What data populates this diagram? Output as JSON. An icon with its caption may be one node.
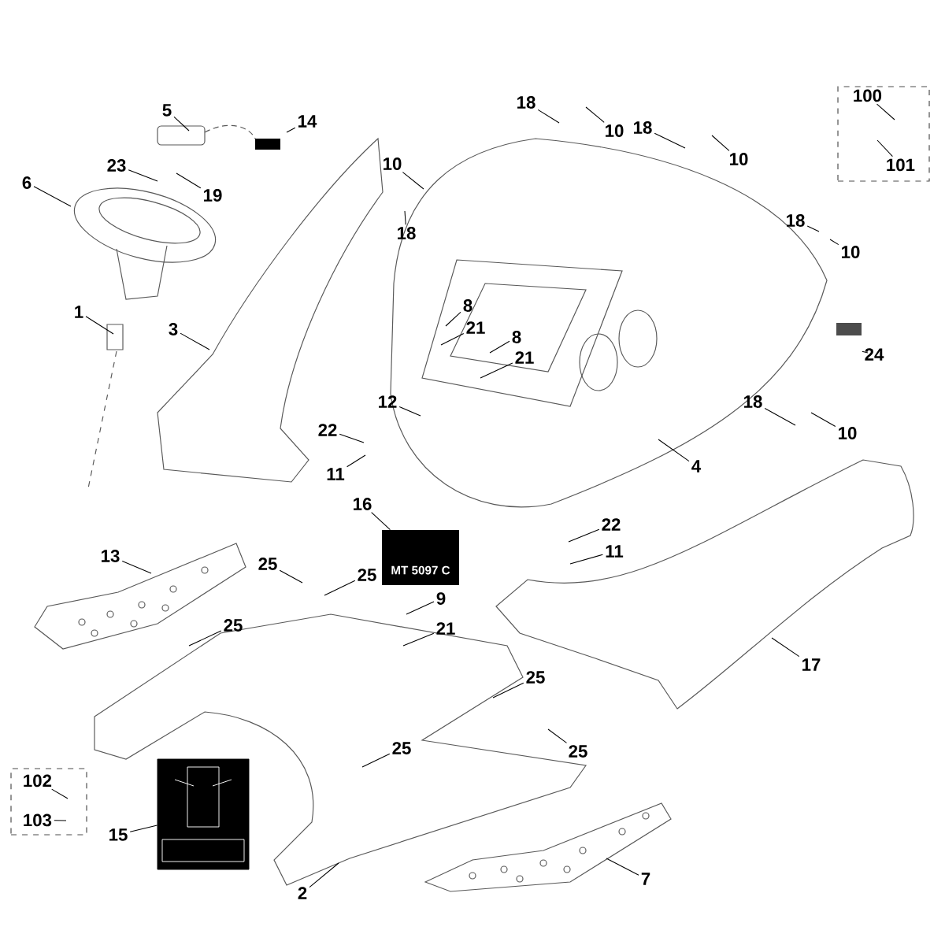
{
  "diagram": {
    "nodes": [
      {
        "text": [
          "5"
        ]
      },
      {
        "text": [
          "14"
        ]
      },
      {
        "text": [],
        "shape": "box"
      },
      {
        "text": [
          "100"
        ],
        "in": 2
      },
      {
        "text": [
          "101"
        ],
        "in": 2
      },
      {
        "text": [
          "18"
        ]
      },
      {
        "text": [
          "10"
        ]
      },
      {
        "text": [
          "18"
        ]
      },
      {
        "text": [
          "10"
        ]
      },
      {
        "text": [
          "23"
        ]
      },
      {
        "text": [
          "10"
        ]
      },
      {
        "text": [
          "6"
        ]
      },
      {
        "text": [
          "19"
        ]
      },
      {
        "text": [
          "18"
        ]
      },
      {
        "text": [
          "18"
        ]
      },
      {
        "text": [
          "10"
        ]
      },
      {
        "text": [
          "8"
        ]
      },
      {
        "text": [
          "1"
        ]
      },
      {
        "text": [
          "21"
        ]
      },
      {
        "text": [
          "3"
        ]
      },
      {
        "text": [
          "8"
        ]
      },
      {
        "text": [
          "24"
        ]
      },
      {
        "text": [
          "21"
        ]
      },
      {
        "text": [
          "12"
        ]
      },
      {
        "text": [
          "18"
        ]
      },
      {
        "text": [
          "22"
        ]
      },
      {
        "text": [
          "10"
        ]
      },
      {
        "text": [
          "4"
        ]
      },
      {
        "text": [
          "11"
        ]
      },
      {
        "text": [
          "16"
        ]
      },
      {
        "text": [
          "MT 5097 C"
        ]
      },
      {
        "text": [
          "22"
        ]
      },
      {
        "text": [
          "11"
        ]
      },
      {
        "text": [
          "13"
        ]
      },
      {
        "text": [
          "25"
        ]
      },
      {
        "text": [
          "25"
        ]
      },
      {
        "text": [
          "9"
        ]
      },
      {
        "text": [
          "25"
        ]
      },
      {
        "text": [
          "21"
        ]
      },
      {
        "text": [
          "17"
        ]
      },
      {
        "text": [
          "25"
        ]
      },
      {
        "text": [
          "25"
        ]
      },
      {
        "text": [
          "25"
        ]
      },
      {
        "text": [],
        "shape": "box"
      },
      {
        "text": [
          "102"
        ],
        "in": 43
      },
      {
        "text": [
          "103"
        ],
        "in": 43
      },
      {
        "text": [],
        "shape": "picture"
      },
      {
        "text": [
          "15"
        ]
      },
      {
        "text": [
          "2"
        ]
      },
      {
        "text": [
          "7"
        ]
      }
    ],
    "edges": [
      {
        "from": 0,
        "to": null,
        "arrow": "none"
      },
      {
        "from": 1,
        "to": null,
        "arrow": "none"
      },
      {
        "from": 3,
        "to": null,
        "arrow": "none"
      },
      {
        "from": 4,
        "to": null,
        "arrow": "none"
      },
      {
        "from": 5,
        "to": null,
        "arrow": "none"
      },
      {
        "from": 6,
        "to": null,
        "arrow": "none"
      },
      {
        "from": 7,
        "to": null,
        "arrow": "none"
      },
      {
        "from": 8,
        "to": null,
        "arrow": "none"
      },
      {
        "from": 9,
        "to": null,
        "arrow": "none"
      },
      {
        "from": 10,
        "to": null,
        "arrow": "none"
      },
      {
        "from": 11,
        "to": null,
        "arrow": "none"
      },
      {
        "from": 12,
        "to": null,
        "arrow": "none"
      },
      {
        "from": 13,
        "to": null,
        "arrow": "none"
      },
      {
        "from": 14,
        "to": null,
        "arrow": "none"
      },
      {
        "from": 15,
        "to": null,
        "arrow": "none"
      },
      {
        "from": 16,
        "to": null,
        "arrow": "none"
      },
      {
        "from": 17,
        "to": null,
        "arrow": "none"
      },
      {
        "from": 18,
        "to": null,
        "arrow": "none"
      },
      {
        "from": 19,
        "to": null,
        "arrow": "none"
      },
      {
        "from": 20,
        "to": null,
        "arrow": "none"
      },
      {
        "from": 21,
        "to": null,
        "arrow": "none"
      },
      {
        "from": 22,
        "to": null,
        "arrow": "none"
      },
      {
        "from": 23,
        "to": null,
        "arrow": "none"
      },
      {
        "from": 24,
        "to": null,
        "arrow": "none"
      },
      {
        "from": 25,
        "to": null,
        "arrow": "none"
      },
      {
        "from": 26,
        "to": null,
        "arrow": "none"
      },
      {
        "from": 27,
        "to": null,
        "arrow": "none"
      },
      {
        "from": 28,
        "to": null,
        "arrow": "none"
      },
      {
        "from": 29,
        "to": 30,
        "arrow": "none"
      },
      {
        "from": 31,
        "to": null,
        "arrow": "none"
      },
      {
        "from": 32,
        "to": null,
        "arrow": "none"
      },
      {
        "from": 33,
        "to": null,
        "arrow": "none"
      },
      {
        "from": 34,
        "to": null,
        "arrow": "none"
      },
      {
        "from": 35,
        "to": null,
        "arrow": "none"
      },
      {
        "from": 36,
        "to": null,
        "arrow": "none"
      },
      {
        "from": 37,
        "to": null,
        "arrow": "none"
      },
      {
        "from": 38,
        "to": null,
        "arrow": "none"
      },
      {
        "from": 39,
        "to": null,
        "arrow": "none"
      },
      {
        "from": 40,
        "to": null,
        "arrow": "none"
      },
      {
        "from": 41,
        "to": null,
        "arrow": "none"
      },
      {
        "from": 42,
        "to": null,
        "arrow": "none"
      },
      {
        "from": 44,
        "to": null,
        "arrow": "none"
      },
      {
        "from": 45,
        "to": null,
        "arrow": "none"
      },
      {
        "from": 47,
        "to": 46,
        "arrow": "none"
      },
      {
        "from": 48,
        "to": null,
        "arrow": "none"
      },
      {
        "from": 49,
        "to": null,
        "arrow": "none"
      }
    ]
  }
}
